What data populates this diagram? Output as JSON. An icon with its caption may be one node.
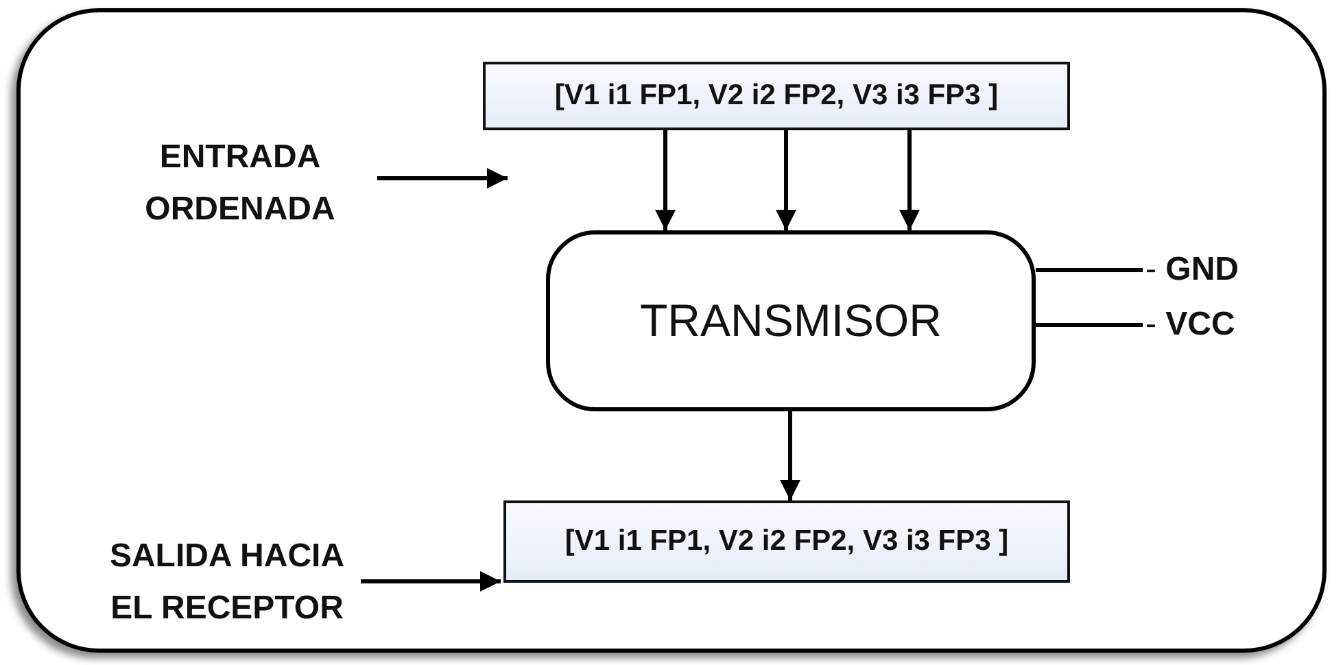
{
  "diagram": {
    "nodes": [
      {
        "text": [],
        "shape": "box"
      },
      {
        "text": [
          "[V1 i1 FP1, V2 i2 FP2, V3 i3 FP3 ]"
        ],
        "in": 0
      },
      {
        "text": [
          "ENTRADA ORDENADA"
        ],
        "in": 0
      },
      {
        "text": [
          "TRANSMISOR"
        ],
        "in": 0
      },
      {
        "text": [
          "- **GND**"
        ],
        "in": 0
      },
      {
        "text": [
          "- **VCC**"
        ],
        "in": 0
      },
      {
        "text": [
          "SALIDA HACIA EL RECEPTOR"
        ],
        "in": 0
      },
      {
        "text": [
          "[V1 i1 FP1, V2 i2 FP2, V3 i3 FP3 ]"
        ],
        "in": 0
      }
    ],
    "edges": [
      {
        "from": 2,
        "to": null,
        "arrow": "to"
      },
      {
        "from": 1,
        "to": 3,
        "arrow": "to"
      },
      {
        "from": 1,
        "to": 3,
        "arrow": "to"
      },
      {
        "from": 1,
        "to": 3,
        "arrow": "to"
      },
      {
        "from": 3,
        "to": 4,
        "arrow": "none"
      },
      {
        "from": 3,
        "to": 5,
        "arrow": "none"
      },
      {
        "from": 3,
        "to": 7,
        "arrow": "to"
      },
      {
        "from": 6,
        "to": 7,
        "arrow": "to"
      }
    ]
  }
}
